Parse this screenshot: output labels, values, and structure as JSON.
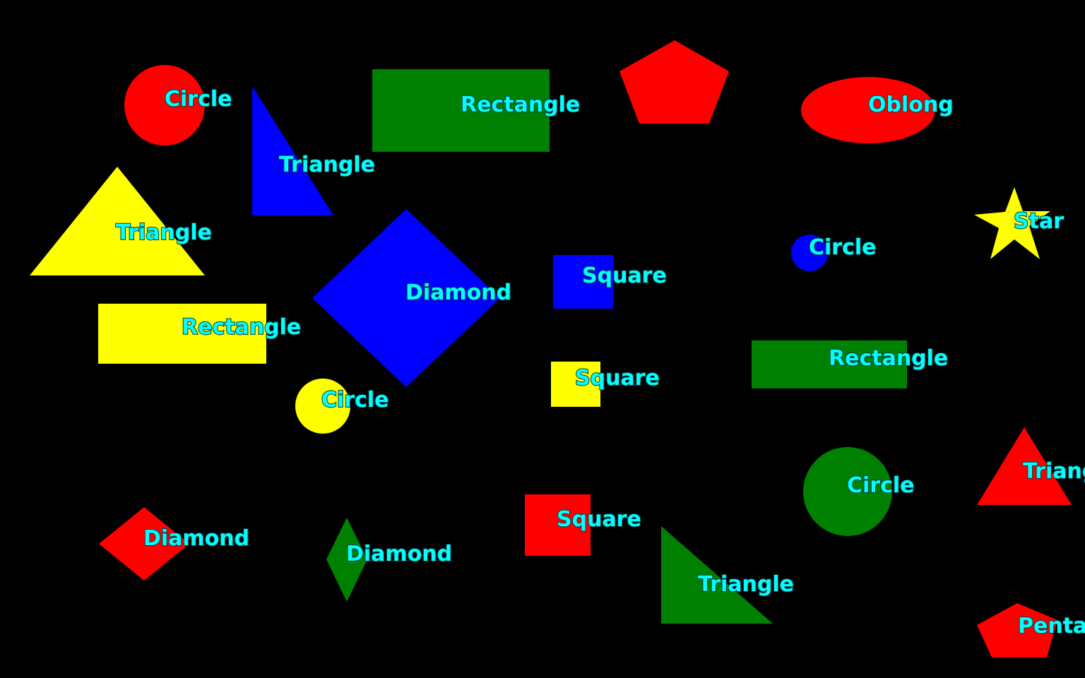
{
  "colors": {
    "background": "#000000",
    "red": "#ff0000",
    "blue": "#0000ff",
    "green": "#008000",
    "yellow": "#ffff00",
    "label": "#00ffff"
  },
  "shapes": [
    {
      "label": "Circle",
      "color": "red"
    },
    {
      "label": "Triangle",
      "color": "blue"
    },
    {
      "label": "Rectangle",
      "color": "green"
    },
    {
      "label": "",
      "color": "red"
    },
    {
      "label": "Oblong",
      "color": "red"
    },
    {
      "label": "Triangle",
      "color": "yellow"
    },
    {
      "label": "Star",
      "color": "yellow"
    },
    {
      "label": "Circle",
      "color": "blue"
    },
    {
      "label": "Diamond",
      "color": "blue"
    },
    {
      "label": "Square",
      "color": "blue"
    },
    {
      "label": "Rectangle",
      "color": "yellow"
    },
    {
      "label": "Rectangle",
      "color": "green"
    },
    {
      "label": "Square",
      "color": "yellow"
    },
    {
      "label": "Circle",
      "color": "yellow"
    },
    {
      "label": "Circle",
      "color": "green"
    },
    {
      "label": "Triang",
      "color": "red"
    },
    {
      "label": "Diamond",
      "color": "red"
    },
    {
      "label": "Square",
      "color": "red"
    },
    {
      "label": "Diamond",
      "color": "green"
    },
    {
      "label": "Triangle",
      "color": "green"
    },
    {
      "label": "Pentag",
      "color": "red"
    }
  ]
}
